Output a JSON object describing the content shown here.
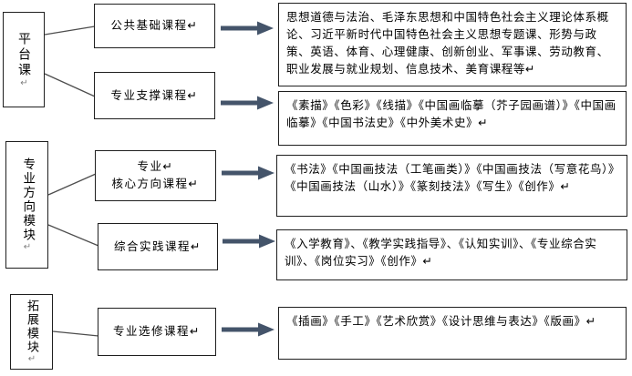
{
  "colors": {
    "arrow": "#44546A",
    "box_border": "#1f1f1f",
    "connector_line": "#4d4d4d",
    "text": "#000000",
    "background": "#ffffff",
    "paragraph_mark": "#7f7f7f"
  },
  "diagram": {
    "module_boxes": [
      {
        "label": "平台课",
        "mark": "↵"
      },
      {
        "label": "专业方向模块",
        "mark": "↵"
      },
      {
        "label": "拓展模块",
        "mark": "↵"
      }
    ],
    "category_boxes": [
      {
        "lines": [
          "公共基础课程↵"
        ]
      },
      {
        "lines": [
          "专业支撑课程↵"
        ]
      },
      {
        "lines": [
          "专业↵",
          "核心方向课程↵"
        ]
      },
      {
        "lines": [
          "综合实践课程↵"
        ]
      },
      {
        "lines": [
          "专业选修课程↵"
        ]
      }
    ],
    "course_boxes": [
      {
        "text": "思想道德与法治、毛泽东思想和中国特色社会主义理论体系概论、习近平新时代中国特色社会主义思想专题课、形势与政策、英语、体育、心理健康、创新创业、军事课、劳动教育、职业发展与就业规划、信息技术、美育课程等↵"
      },
      {
        "text": "《素描》《色彩》《线描》《中国画临摹（芥子园画谱）》《中国画临摹》《中国书法史》《中外美术史》↵"
      },
      {
        "text": "《书法》《中国画技法（工笔画类）》《中国画技法（写意花鸟）》《中国画技法（山水）》《篆刻技法》《写生》《创作》↵"
      },
      {
        "text": "《入学教育》、《教学实践指导》、《认知实训》、《专业综合实训》、《岗位实习》《创作》↵"
      },
      {
        "text": "《插画》《手工》《艺术欣赏》《设计思维与表达》《版画》↵"
      }
    ]
  }
}
